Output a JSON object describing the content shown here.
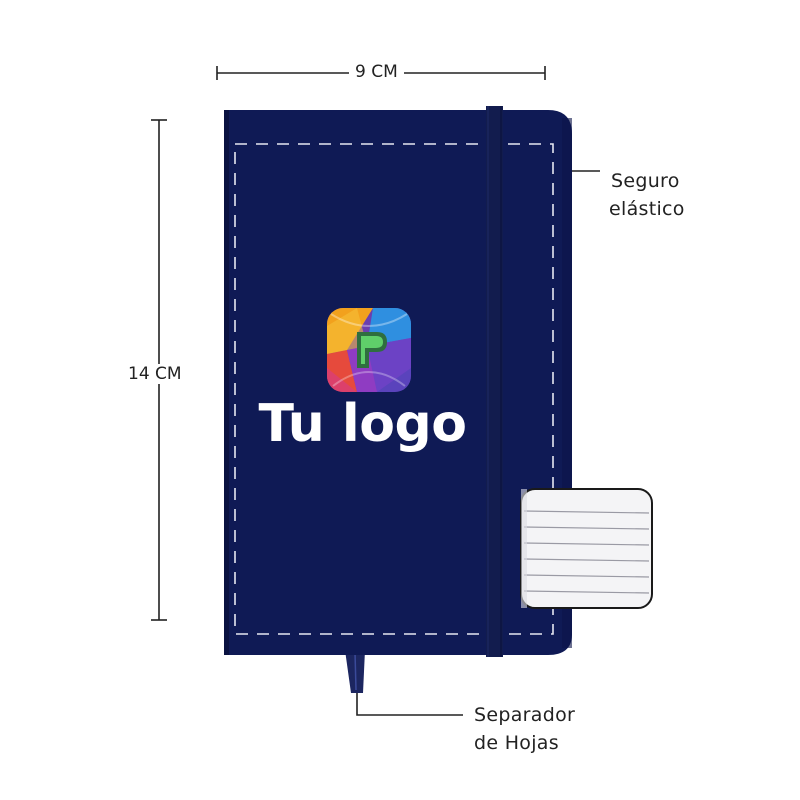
{
  "dimensions": {
    "width_label": "9 CM",
    "height_label": "14 CM"
  },
  "callouts": {
    "elastic_line1": "Seguro",
    "elastic_line2": "elástico",
    "bookmark_line1": "Separador",
    "bookmark_line2": "de Hojas"
  },
  "cover": {
    "logo_text": "Tu logo",
    "logo_icon": "brand-p-icon",
    "cover_color": "#0f1a55"
  }
}
